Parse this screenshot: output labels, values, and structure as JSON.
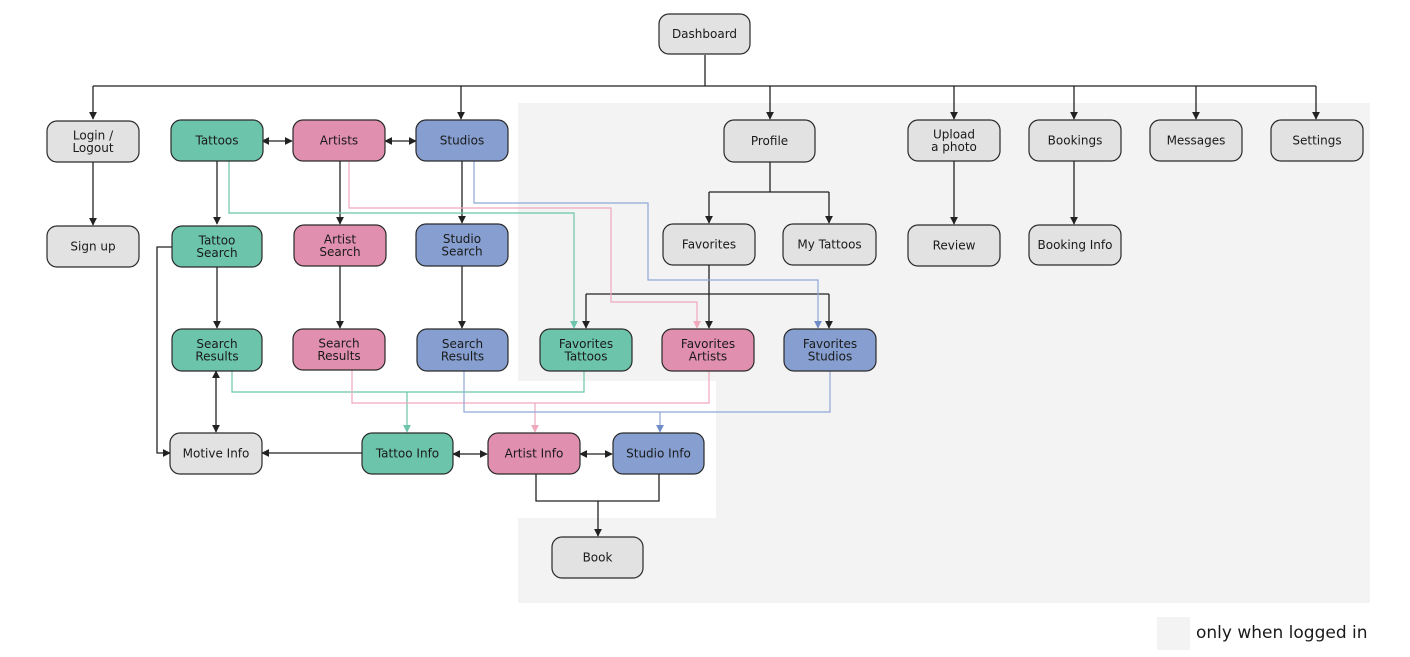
{
  "colors": {
    "node_grey": "#e2e2e2",
    "node_green": "#6cc5aa",
    "node_pink": "#e08fae",
    "node_blue": "#869fd0",
    "logged_in_zone": "#f3f3f3",
    "line_dark": "#222222",
    "line_green": "#6cc5aa",
    "line_pink": "#f0a8bd",
    "line_blue": "#8fa7d8"
  },
  "nodes": {
    "dashboard": "Dashboard",
    "login": [
      "Login /",
      "Logout"
    ],
    "signup": "Sign up",
    "tattoos": "Tattoos",
    "artists": "Artists",
    "studios": "Studios",
    "tattoo_search": [
      "Tattoo",
      "Search"
    ],
    "artist_search": [
      "Artist",
      "Search"
    ],
    "studio_search": [
      "Studio",
      "Search"
    ],
    "tattoo_results": [
      "Search",
      "Results"
    ],
    "artist_results": [
      "Search",
      "Results"
    ],
    "studio_results": [
      "Search",
      "Results"
    ],
    "profile": "Profile",
    "favorites": "Favorites",
    "my_tattoos": "My Tattoos",
    "fav_tattoos": [
      "Favorites",
      "Tattoos"
    ],
    "fav_artists": [
      "Favorites",
      "Artists"
    ],
    "fav_studios": [
      "Favorites",
      "Studios"
    ],
    "upload": [
      "Upload",
      "a photo"
    ],
    "review": "Review",
    "bookings": "Bookings",
    "booking_info": "Booking Info",
    "messages": "Messages",
    "settings": "Settings",
    "motive_info": "Motive Info",
    "tattoo_info": "Tattoo Info",
    "artist_info": "Artist Info",
    "studio_info": "Studio Info",
    "book": "Book"
  },
  "legend": {
    "label": "only when logged in"
  }
}
